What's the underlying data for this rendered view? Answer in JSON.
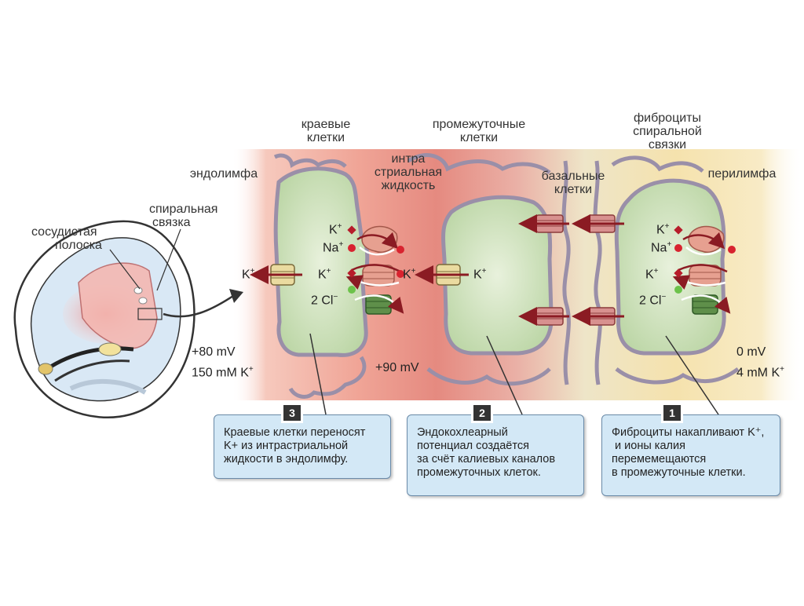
{
  "regions": {
    "marginal_cells": [
      "краевые",
      "клетки"
    ],
    "intermediate_cells": [
      "промежуточные",
      "клетки"
    ],
    "fibrocytes": [
      "фиброциты",
      "спиральной",
      "связки"
    ],
    "intrastrial_fluid": [
      "интра",
      "стриальная",
      "жидкость"
    ],
    "basal_cells": [
      "базальные",
      "клетки"
    ],
    "endolymph": "эндолимфа",
    "perilymph": "перилимфа",
    "stria_vascularis": [
      "сосудистая",
      "полоска"
    ],
    "spiral_ligament": [
      "спиральная",
      "связка"
    ]
  },
  "ions": {
    "k": "K",
    "na": "Na",
    "cl": "2 Cl",
    "plus": "+",
    "minus": "−"
  },
  "values": {
    "endolymph_potential": "+80 mV",
    "endolymph_k": "150 mM K",
    "intrastrial_potential": "+90 mV",
    "perilymph_potential": "0 mV",
    "perilymph_k": "4 mM K"
  },
  "callouts": [
    {
      "number": "3",
      "lines": [
        "Краевые клетки переносят",
        "K+ из интрастриальной",
        "жидкости в эндолимфу."
      ]
    },
    {
      "number": "2",
      "lines": [
        "Эндокохлеарный",
        "потенциал создаётся",
        "за счёт калиевых каналов",
        "промежуточных клеток."
      ]
    },
    {
      "number": "1",
      "lines": [
        "Фиброциты накапливают K⁺,",
        " и ионы калия",
        "перемемещаются",
        "в промежуточные клетки."
      ]
    }
  ],
  "colors": {
    "endolymph": "#f1b2a4",
    "intrastrial": "#e58980",
    "cell_green": "#c9dfb4",
    "membrane": "#9a8fa8",
    "perilymph": "#f4e2ad",
    "callout_bg": "#d3e8f6",
    "k_channel": "#eadba0",
    "cl_channel": "#5f8f4a",
    "basal_channel": "#d8918f",
    "na_k_pump": "#e6a090",
    "arrow": "#8b1b23",
    "diamond": "#b71c2a",
    "na_dot": "#d8232f",
    "cl_dot": "#6cc24a"
  }
}
